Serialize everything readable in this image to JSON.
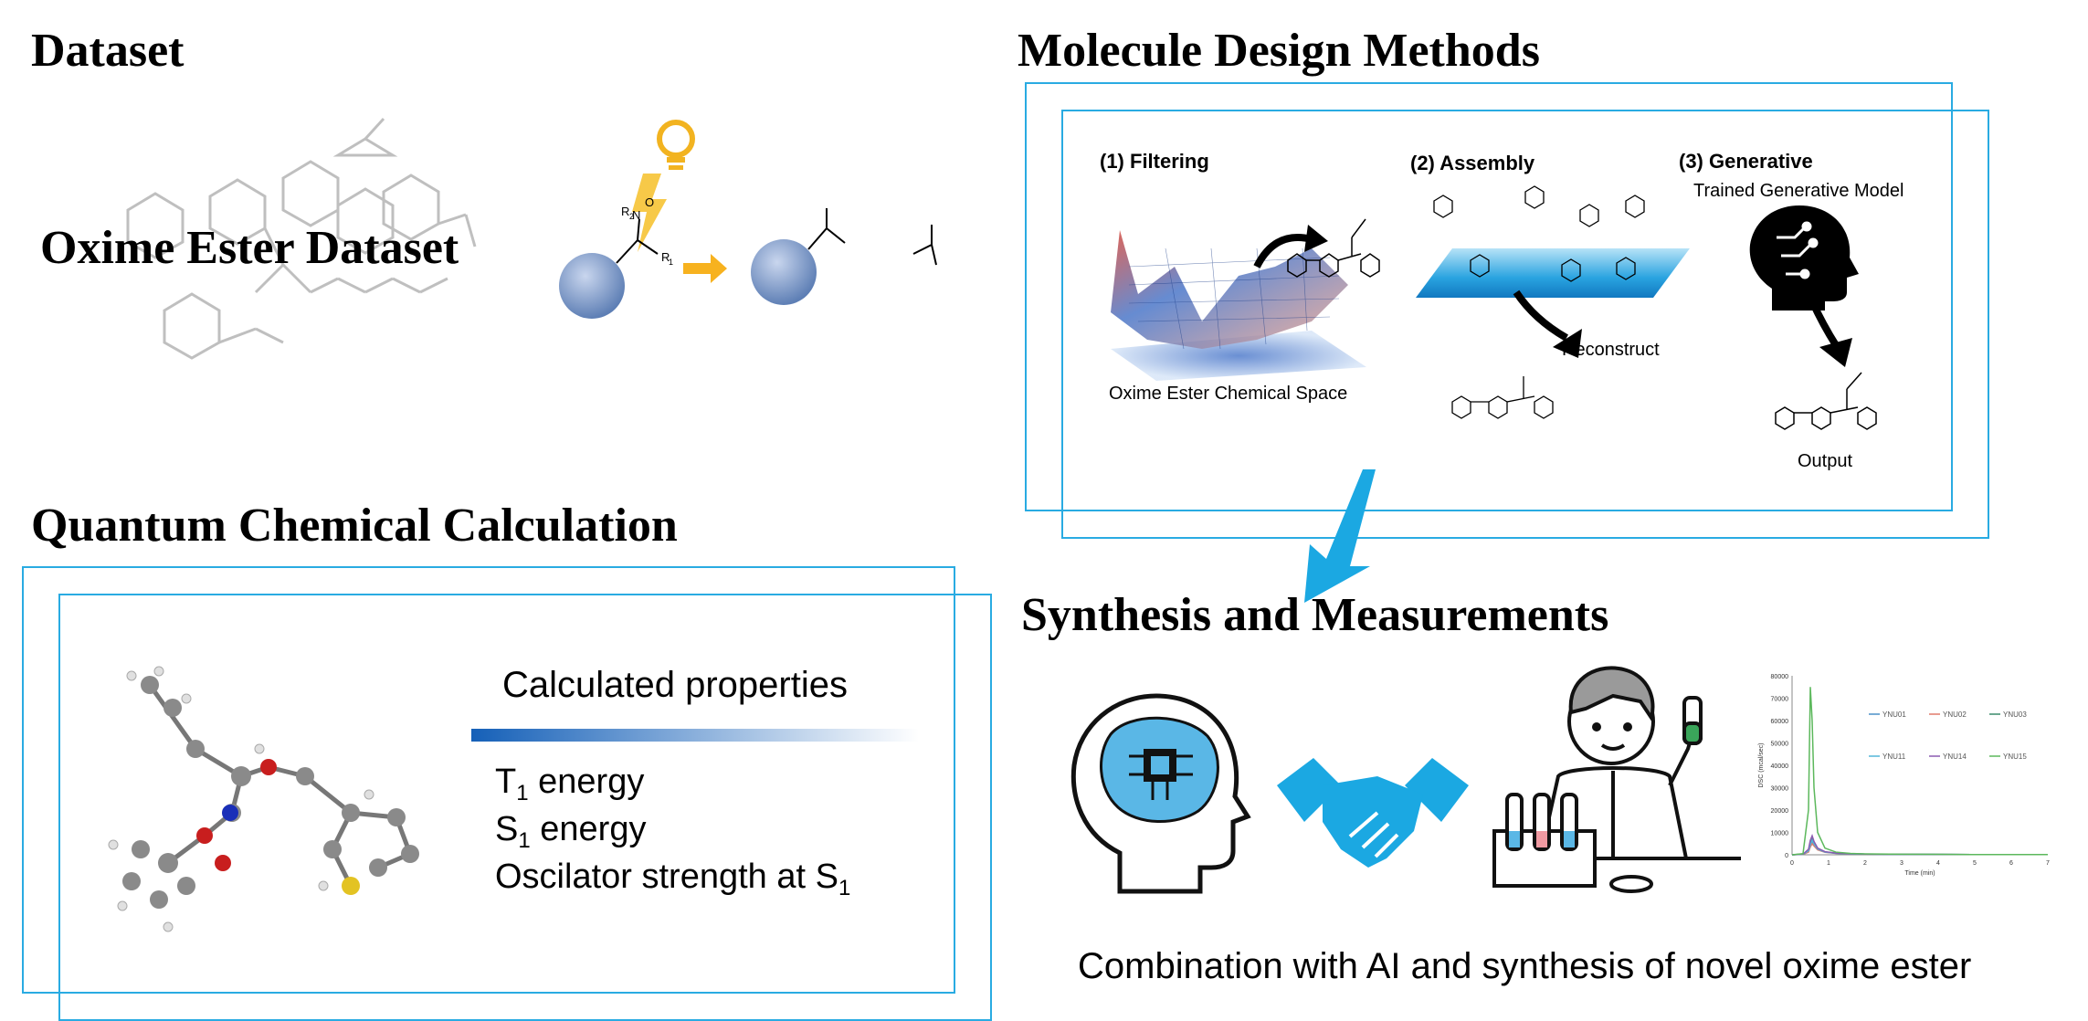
{
  "headings": {
    "dataset": "Dataset",
    "design": "Molecule Design Methods",
    "quantum": "Quantum Chemical Calculation",
    "synthesis": "Synthesis and Measurements"
  },
  "dataset": {
    "title": "Oxime Ester Dataset",
    "reaction": {
      "r2_label": "R",
      "r2_sub": "2",
      "r1_label": "R",
      "r1_sub": "1",
      "n_label": "N",
      "o_label": "O"
    }
  },
  "design": {
    "filtering": {
      "label": "(1) Filtering",
      "caption": "Oxime Ester Chemical Space"
    },
    "assembly": {
      "label": "(2) Assembly",
      "caption": "Reconstruct"
    },
    "generative": {
      "label": "(3) Generative",
      "model": "Trained Generative Model",
      "caption": "Output"
    }
  },
  "quantum": {
    "header": "Calculated properties",
    "properties": [
      {
        "pre": "T",
        "sub": "1",
        "post": " energy"
      },
      {
        "pre": "S",
        "sub": "1",
        "post": " energy"
      },
      {
        "pre": "Oscilator strength at S",
        "sub": "1",
        "post": ""
      }
    ]
  },
  "synthesis": {
    "caption": "Combination with AI and synthesis of novel oxime ester"
  },
  "chart_data": {
    "type": "line",
    "xlabel": "Time (min)",
    "ylabel": "DSC (mcal/sec)",
    "xlim": [
      0,
      7
    ],
    "ylim": [
      0,
      80000
    ],
    "xticks": [
      0,
      1,
      2,
      3,
      4,
      5,
      6,
      7
    ],
    "yticks": [
      0,
      10000,
      20000,
      30000,
      40000,
      50000,
      60000,
      70000,
      80000
    ],
    "x": [
      0,
      0.3,
      0.45,
      0.5,
      0.55,
      0.6,
      0.7,
      0.9,
      1.2,
      1.6,
      2,
      3,
      4,
      5,
      6,
      7
    ],
    "series": [
      {
        "name": "YNU01",
        "color": "#4a90c9",
        "values": [
          0,
          200,
          1500,
          4000,
          6000,
          4500,
          2500,
          1200,
          700,
          400,
          300,
          200,
          150,
          100,
          100,
          100
        ]
      },
      {
        "name": "YNU02",
        "color": "#e07b6a",
        "values": [
          0,
          200,
          1200,
          3500,
          5000,
          4000,
          2200,
          1100,
          600,
          400,
          300,
          200,
          150,
          100,
          100,
          100
        ]
      },
      {
        "name": "YNU03",
        "color": "#3a8a6a",
        "values": [
          0,
          300,
          2000,
          5000,
          7000,
          5000,
          2800,
          1300,
          700,
          450,
          300,
          200,
          150,
          100,
          100,
          100
        ]
      },
      {
        "name": "YNU11",
        "color": "#52b6d9",
        "values": [
          0,
          250,
          1800,
          4500,
          6500,
          4800,
          2600,
          1200,
          650,
          420,
          300,
          200,
          150,
          100,
          100,
          100
        ]
      },
      {
        "name": "YNU14",
        "color": "#8a5ab0",
        "values": [
          0,
          300,
          2500,
          6500,
          8500,
          6000,
          3000,
          1400,
          750,
          450,
          320,
          220,
          160,
          110,
          100,
          100
        ]
      },
      {
        "name": "YNU15",
        "color": "#5cb85c",
        "values": [
          0,
          500,
          20000,
          75000,
          60000,
          30000,
          10000,
          3000,
          1200,
          600,
          400,
          250,
          180,
          120,
          100,
          100
        ]
      }
    ]
  }
}
